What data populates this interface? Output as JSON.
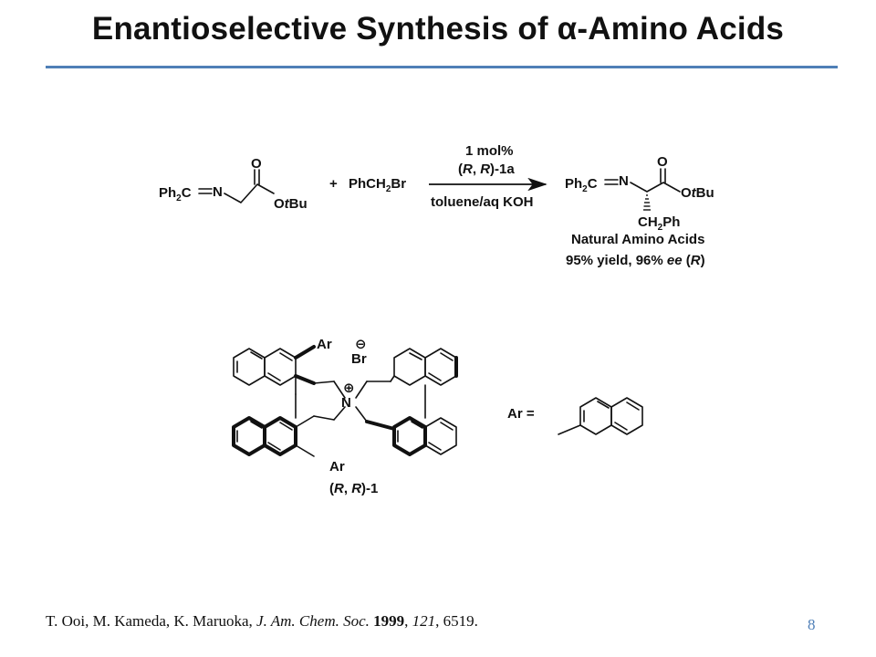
{
  "slide": {
    "title": "Enantioselective Synthesis of α-Amino Acids",
    "number": "8"
  },
  "reaction": {
    "reactant_imine": "Ph",
    "reactant_imine_sub": "2",
    "reactant_c": "C",
    "reactant_n": "N",
    "reactant_o": "O",
    "reactant_o_tbu_o": "O",
    "reactant_o_tbu_t": "t",
    "reactant_o_tbu_bu": "Bu",
    "plus": "+",
    "reagent_a": "PhCH",
    "reagent_sub": "2",
    "reagent_b": "Br",
    "arrow_top_1": "1 mol%",
    "arrow_top_2a": "(",
    "arrow_top_2r1": "R",
    "arrow_top_2b": ", ",
    "arrow_top_2r2": "R",
    "arrow_top_2c": ")-1a",
    "arrow_bottom": "toluene/aq KOH",
    "product_o": "O",
    "product_ch2": "CH",
    "product_ch2_sub": "2",
    "product_ph": "Ph",
    "product_label": "Natural Amino Acids",
    "yield_a": "95% yield, 96% ",
    "yield_ee": "ee",
    "yield_b": " (",
    "yield_r": "R",
    "yield_c": ")"
  },
  "catalyst": {
    "ar_top": "Ar",
    "br": "Br",
    "minus": "⊖",
    "plus": "⊕",
    "n": "N",
    "ar_bottom": "Ar",
    "label_a": "(",
    "label_r1": "R",
    "label_b": ", ",
    "label_r2": "R",
    "label_c": ")-1",
    "ar_def": "Ar ="
  },
  "citation": {
    "authors": "T. Ooi, M. Kameda, K. Maruoka, ",
    "journal": "J. Am. Chem. Soc.",
    "year": "1999",
    "volume": "121",
    "pages": ", 6519."
  }
}
